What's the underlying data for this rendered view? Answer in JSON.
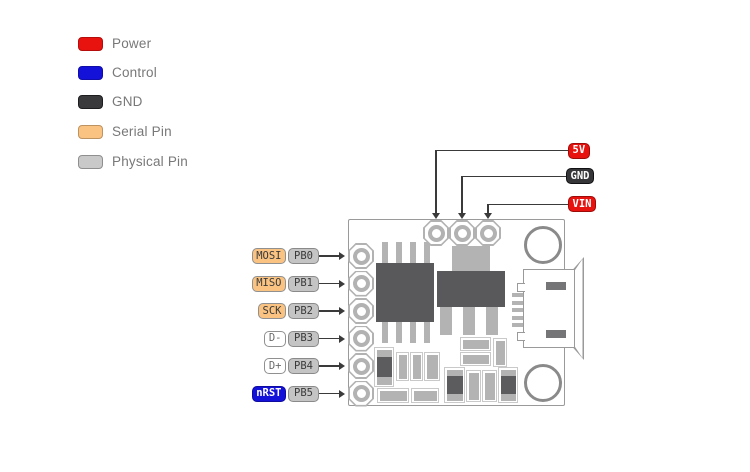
{
  "legend": {
    "items": [
      {
        "label": "Power",
        "type": "power",
        "color": "#e8120e"
      },
      {
        "label": "Control",
        "type": "control",
        "color": "#1411d8"
      },
      {
        "label": "GND",
        "type": "gnd",
        "color": "#3a3a3c"
      },
      {
        "label": "Serial Pin",
        "type": "serial",
        "color": "#fac382"
      },
      {
        "label": "Physical Pin",
        "type": "physical",
        "color": "#c9c9c9"
      }
    ]
  },
  "board": {
    "pins_left": [
      {
        "function": "MOSI",
        "function_type": "serial",
        "physical": "PB0"
      },
      {
        "function": "MISO",
        "function_type": "serial",
        "physical": "PB1"
      },
      {
        "function": "SCK",
        "function_type": "serial",
        "physical": "PB2"
      },
      {
        "function": "D-",
        "function_type": "plain",
        "physical": "PB3"
      },
      {
        "function": "D+",
        "function_type": "plain",
        "physical": "PB4"
      },
      {
        "function": "nRST",
        "function_type": "control",
        "physical": "PB5"
      }
    ],
    "pins_top": [
      {
        "label": "5V",
        "type": "power"
      },
      {
        "label": "GND",
        "type": "gnd"
      },
      {
        "label": "VIN",
        "type": "power"
      }
    ]
  },
  "colors": {
    "power": "#e8120e",
    "control": "#1411d8",
    "gnd": "#363638",
    "serial_pin": "#fac382",
    "physical_pin": "#c9c9c9",
    "wire": "#3a3a3a",
    "board_outline": "#9a9a9a",
    "ic_chip": "#59595b",
    "component_fill": "#b3b3b3"
  }
}
